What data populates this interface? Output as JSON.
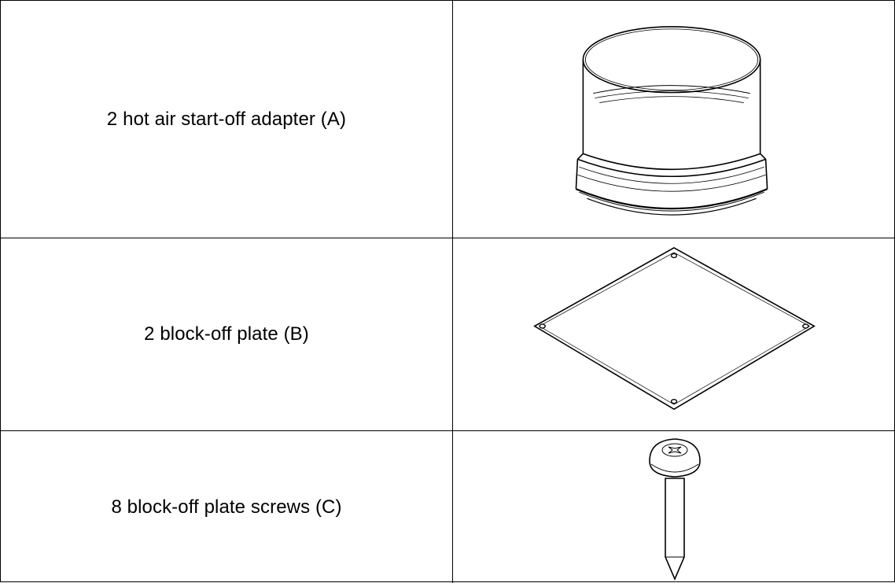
{
  "parts": [
    {
      "label": "2 hot air start-off adapter (A)",
      "icon": "adapter-ring-icon"
    },
    {
      "label": "2 block-off plate (B)",
      "icon": "square-plate-icon"
    },
    {
      "label": "8 block-off plate screws (C)",
      "icon": "screw-icon"
    }
  ]
}
